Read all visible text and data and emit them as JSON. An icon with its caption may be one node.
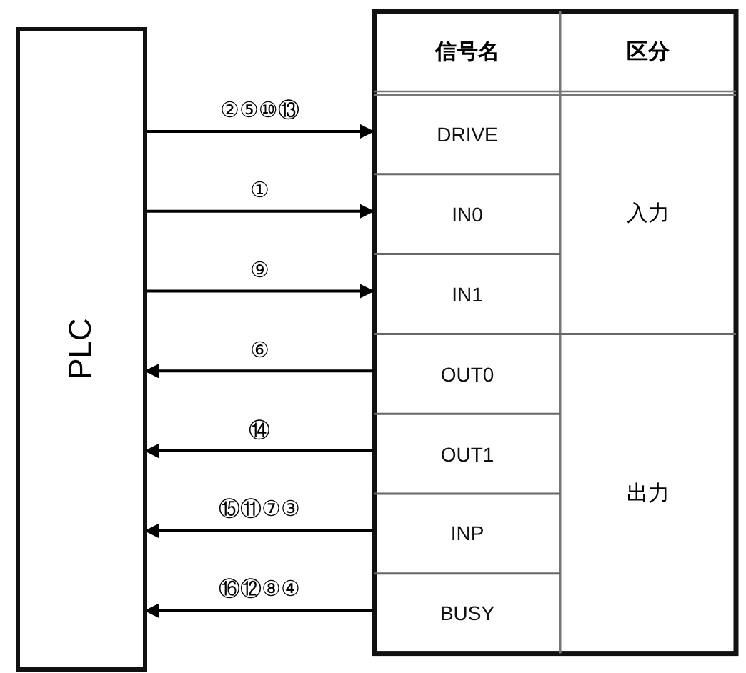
{
  "diagram": {
    "nodes": [
      {
        "text": [
          "PLC"
        ]
      },
      {
        "text": [
          "DRIVE"
        ]
      },
      {
        "text": [
          "IN0"
        ]
      },
      {
        "text": [
          "IN1"
        ]
      },
      {
        "text": [
          "OUT0"
        ]
      },
      {
        "text": [
          "OUT1"
        ]
      },
      {
        "text": [
          "INP"
        ]
      },
      {
        "text": [
          "BUSY"
        ]
      }
    ],
    "edges": [
      {
        "from": 0,
        "to": 1,
        "arrow": "to",
        "label": "②⑤⑩⑬"
      },
      {
        "from": 0,
        "to": 2,
        "arrow": "to",
        "label": "①"
      },
      {
        "from": 0,
        "to": 3,
        "arrow": "to",
        "label": "⑨"
      },
      {
        "from": 4,
        "to": 0,
        "arrow": "to",
        "label": "⑥"
      },
      {
        "from": 5,
        "to": 0,
        "arrow": "to",
        "label": "⑭"
      },
      {
        "from": 6,
        "to": 0,
        "arrow": "to",
        "label": "⑮⑪⑦③"
      },
      {
        "from": 7,
        "to": 0,
        "arrow": "to",
        "label": "⑯⑫⑧④"
      }
    ],
    "labels": [
      "信号名",
      "区分",
      "入力",
      "出力"
    ]
  }
}
